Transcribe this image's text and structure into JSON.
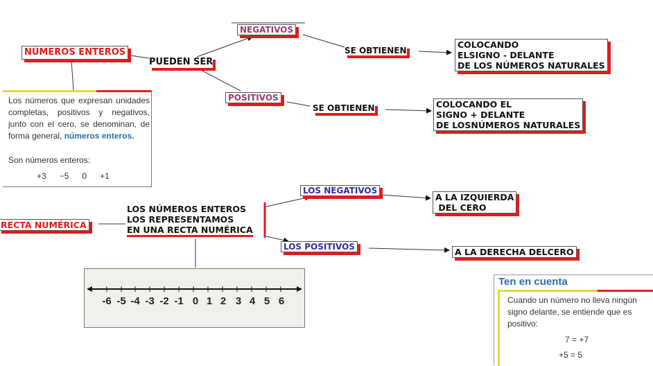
{
  "diagram": {
    "nodes": {
      "numeros_enteros": "NÚMEROS ENTEROS",
      "pueden_ser": "PUEDEN SER",
      "negativos": "NEGATIVOS",
      "positivos": "POSITIVOS",
      "se_obtienen_neg": "SE OBTIENEN",
      "se_obtienen_pos": "SE OBTIENEN",
      "colocando_neg": "COLOCANDO\nELSIGNO - DELANTE\nDE LOS NÚMEROS NATURALES",
      "colocando_pos": "COLOCANDO EL\nSIGNO + DELANTE\nDE LOSNÚMEROS NATURALES",
      "recta_numerica": "RECTA NUMÉRICA",
      "representamos": "LOS NÚMEROS ENTEROS\nLOS REPRESENTAMOS\nEN UNA RECTA NUMÉRICA",
      "los_negativos": "LOS NEGATIVOS",
      "los_positivos": "LOS POSITIVOS",
      "izquierda": "A LA IZQUIERDA\n DEL CERO",
      "derecha": "A LA DERECHA DELCERO"
    },
    "definition_card": {
      "text_before": "Los números que expresan unidades completas, positivos y negativos, junto con el cero, se denominan, de forma general, ",
      "highlight": "números enteros.",
      "examples_label": "Son números enteros:",
      "examples": [
        "+3",
        "−5",
        "0",
        "+1"
      ]
    },
    "number_line": {
      "ticks": [
        "-6",
        "-5",
        "-4",
        "-3",
        "-2",
        "-1",
        "0",
        "1",
        "2",
        "3",
        "4",
        "5",
        "6"
      ]
    },
    "note_card": {
      "title": "Ten en cuenta",
      "text": "Cuando un número no lleva ningún signo delante, se entiende que es positivo:",
      "eq1": "7 = +7",
      "eq2": "+5 = 5"
    },
    "colors": {
      "red": "#e31b1b",
      "purple": "#9b3b6e",
      "navy": "#2c3393",
      "blue": "#2a6ea8",
      "yellow_bar": "#d7df3c"
    }
  }
}
